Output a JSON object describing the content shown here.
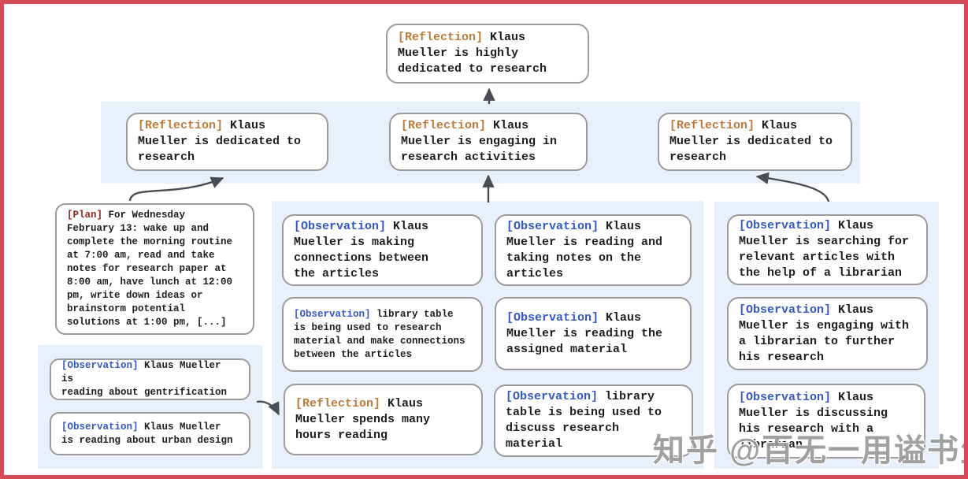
{
  "colors": {
    "frame_border": "#d44a57",
    "band_background": "#e7f0fb",
    "box_border": "#9b9b9b",
    "body_text": "#1e1e1e",
    "reflection_label": "#bc7a3c",
    "observation_label": "#3458c4",
    "plan_label": "#8f2a22",
    "arrow": "#4a4e54"
  },
  "nodes": {
    "root": {
      "label": "[Reflection]",
      "text": "Klaus\nMueller is highly\ndedicated to research"
    },
    "level2_left": {
      "label": "[Reflection]",
      "text": "Klaus\nMueller is dedicated to\nresearch"
    },
    "level2_mid": {
      "label": "[Reflection]",
      "text": "Klaus\nMueller is engaging in\nresearch activities"
    },
    "level2_right": {
      "label": "[Reflection]",
      "text": "Klaus\nMueller is dedicated to\nresearch"
    },
    "plan": {
      "label": "[Plan]",
      "text": "For Wednesday\nFebruary 13: wake up and\ncomplete the morning routine\nat 7:00 am, read and take\nnotes for research paper at\n8:00 am, have lunch at 12:00\npm, write down ideas or\nbrainstorm potential\nsolutions at 1:00 pm, [...]"
    },
    "obs_gentrification": {
      "label": "[Observation]",
      "text": "Klaus Mueller is\nreading about gentrification"
    },
    "obs_urban_design": {
      "label": "[Observation]",
      "text": "Klaus Mueller\nis reading about urban design"
    },
    "obs_making_connections": {
      "label": "[Observation]",
      "text": "Klaus\nMueller is making\nconnections between\nthe articles"
    },
    "obs_library_research": {
      "label": "[Observation]",
      "text": "library table\nis being used to research\nmaterial and make connections\nbetween the articles"
    },
    "refl_hours_reading": {
      "label": "[Reflection]",
      "text": "Klaus\nMueller spends many\nhours reading"
    },
    "obs_taking_notes": {
      "label": "[Observation]",
      "text": "Klaus\nMueller is reading and\ntaking notes on the\narticles"
    },
    "obs_assigned_material": {
      "label": "[Observation]",
      "text": "Klaus\nMueller is reading the\nassigned material"
    },
    "obs_library_discuss": {
      "label": "[Observation]",
      "text": "library\ntable is being used to\ndiscuss research material"
    },
    "obs_searching_articles": {
      "label": "[Observation]",
      "text": "Klaus\nMueller is searching for\nrelevant articles with\nthe help of a librarian"
    },
    "obs_engaging_librarian": {
      "label": "[Observation]",
      "text": "Klaus\nMueller is engaging with\na librarian to further\nhis research"
    },
    "obs_discussing_research": {
      "label": "[Observation]",
      "text": "Klaus\nMueller is discussing\nhis research with a\nlibrarian"
    }
  },
  "watermark": {
    "text": "知乎 @百无一用谥书生"
  }
}
